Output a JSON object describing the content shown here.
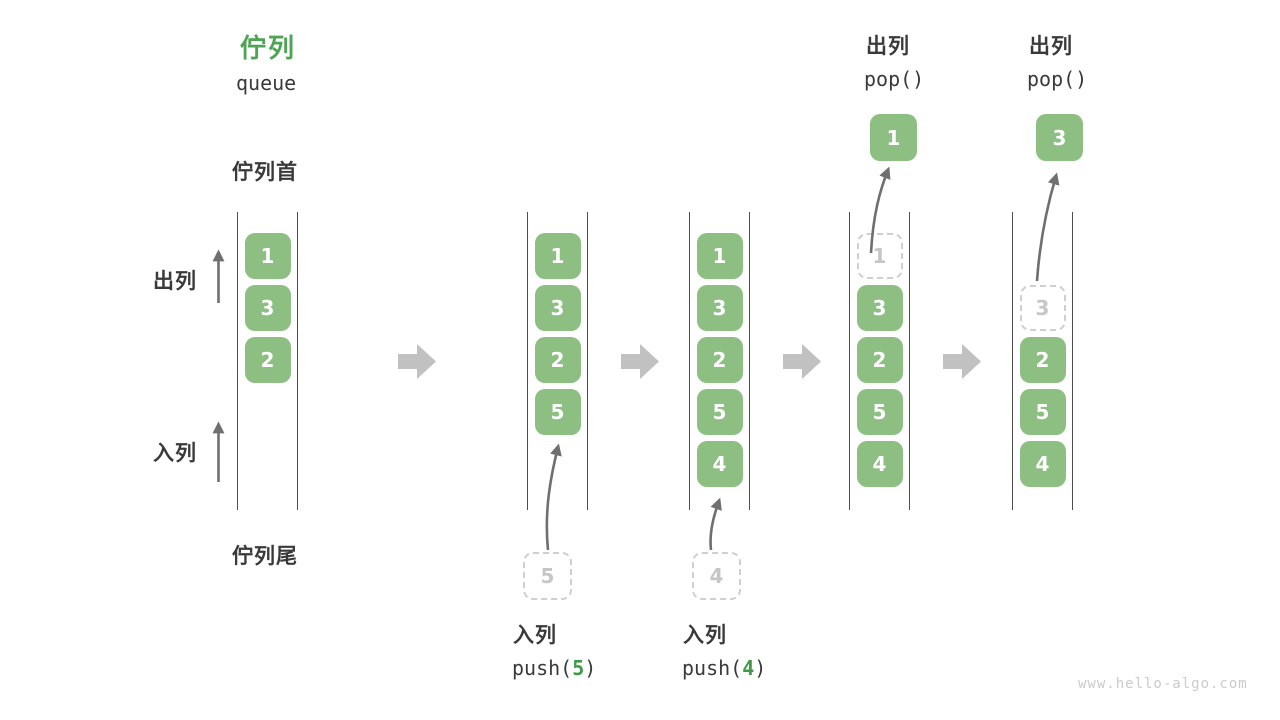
{
  "title": {
    "zh": "佇列",
    "en": "queue"
  },
  "labels": {
    "front": "佇列首",
    "rear": "佇列尾",
    "dequeue": "出列",
    "enqueue": "入列"
  },
  "operations": {
    "push5": {
      "label": "入列",
      "code_prefix": "push(",
      "code_arg": "5",
      "code_suffix": ")"
    },
    "push4": {
      "label": "入列",
      "code_prefix": "push(",
      "code_arg": "4",
      "code_suffix": ")"
    },
    "pop1": {
      "label": "出列",
      "code": "pop()",
      "result": "1"
    },
    "pop2": {
      "label": "出列",
      "code": "pop()",
      "result": "3"
    }
  },
  "queue_states": [
    {
      "cells": [
        {
          "value": "1"
        },
        {
          "value": "3"
        },
        {
          "value": "2"
        }
      ]
    },
    {
      "cells": [
        {
          "value": "1"
        },
        {
          "value": "3"
        },
        {
          "value": "2"
        },
        {
          "value": "5"
        }
      ]
    },
    {
      "cells": [
        {
          "value": "1"
        },
        {
          "value": "3"
        },
        {
          "value": "2"
        },
        {
          "value": "5"
        },
        {
          "value": "4"
        }
      ]
    },
    {
      "cells": [
        {
          "value": "1",
          "ghost": true
        },
        {
          "value": "3"
        },
        {
          "value": "2"
        },
        {
          "value": "5"
        },
        {
          "value": "4"
        }
      ]
    },
    {
      "cells": [
        {
          "value": "3",
          "ghost": true
        },
        {
          "value": "2"
        },
        {
          "value": "5"
        },
        {
          "value": "4"
        }
      ]
    }
  ],
  "colors": {
    "element_green": "#8dbe82",
    "title_green": "#4fa355",
    "code_green": "#3f9b47",
    "text_dark": "#3a3a3a",
    "ghost_gray": "#c6c6c6",
    "thin_arrow_gray": "#6f6f6f",
    "block_arrow_gray": "#c1c1c1",
    "column_line": "#4d4d4d"
  },
  "watermark": "www.hello-algo.com"
}
